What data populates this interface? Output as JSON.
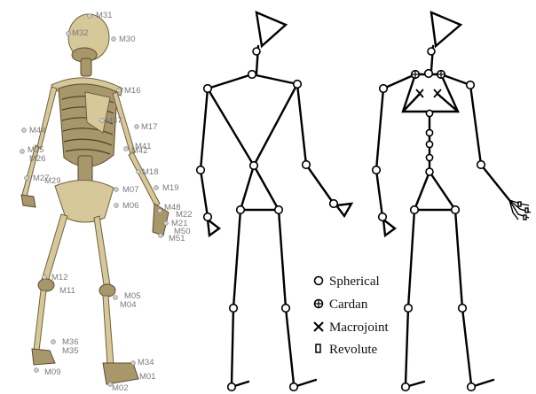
{
  "markers": [
    {
      "id": "M31",
      "label": "M31"
    },
    {
      "id": "M32",
      "label": "M32"
    },
    {
      "id": "M30",
      "label": "M30"
    },
    {
      "id": "M16",
      "label": "M16"
    },
    {
      "id": "M37",
      "label": "M37"
    },
    {
      "id": "M17",
      "label": "M17"
    },
    {
      "id": "M41",
      "label": "M41"
    },
    {
      "id": "M42",
      "label": "M42"
    },
    {
      "id": "M18",
      "label": "M18"
    },
    {
      "id": "M19",
      "label": "M19"
    },
    {
      "id": "M07",
      "label": "M07"
    },
    {
      "id": "M06",
      "label": "M06"
    },
    {
      "id": "M48",
      "label": "M48"
    },
    {
      "id": "M22",
      "label": "M22"
    },
    {
      "id": "M21",
      "label": "M21"
    },
    {
      "id": "M50",
      "label": "M50"
    },
    {
      "id": "M51",
      "label": "M51"
    },
    {
      "id": "M44",
      "label": "M44"
    },
    {
      "id": "M25",
      "label": "M25"
    },
    {
      "id": "M26",
      "label": "M26"
    },
    {
      "id": "M27",
      "label": "M27"
    },
    {
      "id": "M29",
      "label": "M29"
    },
    {
      "id": "M12",
      "label": "M12"
    },
    {
      "id": "M11",
      "label": "M11"
    },
    {
      "id": "M05",
      "label": "M05"
    },
    {
      "id": "M04",
      "label": "M04"
    },
    {
      "id": "M36",
      "label": "M36"
    },
    {
      "id": "M35",
      "label": "M35"
    },
    {
      "id": "M09",
      "label": "M09"
    },
    {
      "id": "M34",
      "label": "M34"
    },
    {
      "id": "M01",
      "label": "M01"
    },
    {
      "id": "M02",
      "label": "M02"
    }
  ],
  "legend": {
    "spherical": "Spherical",
    "cardan": "Cardan",
    "macrojoint": "Macrojoint",
    "revolute": "Revolute"
  },
  "icons": {
    "spherical": "open-circle",
    "cardan": "circle-plus",
    "macrojoint": "bowtie-cross",
    "revolute": "small-rectangle"
  },
  "colors": {
    "bone": "#d6c898",
    "marker_label": "#7a7a7a",
    "model_line": "#000000"
  }
}
